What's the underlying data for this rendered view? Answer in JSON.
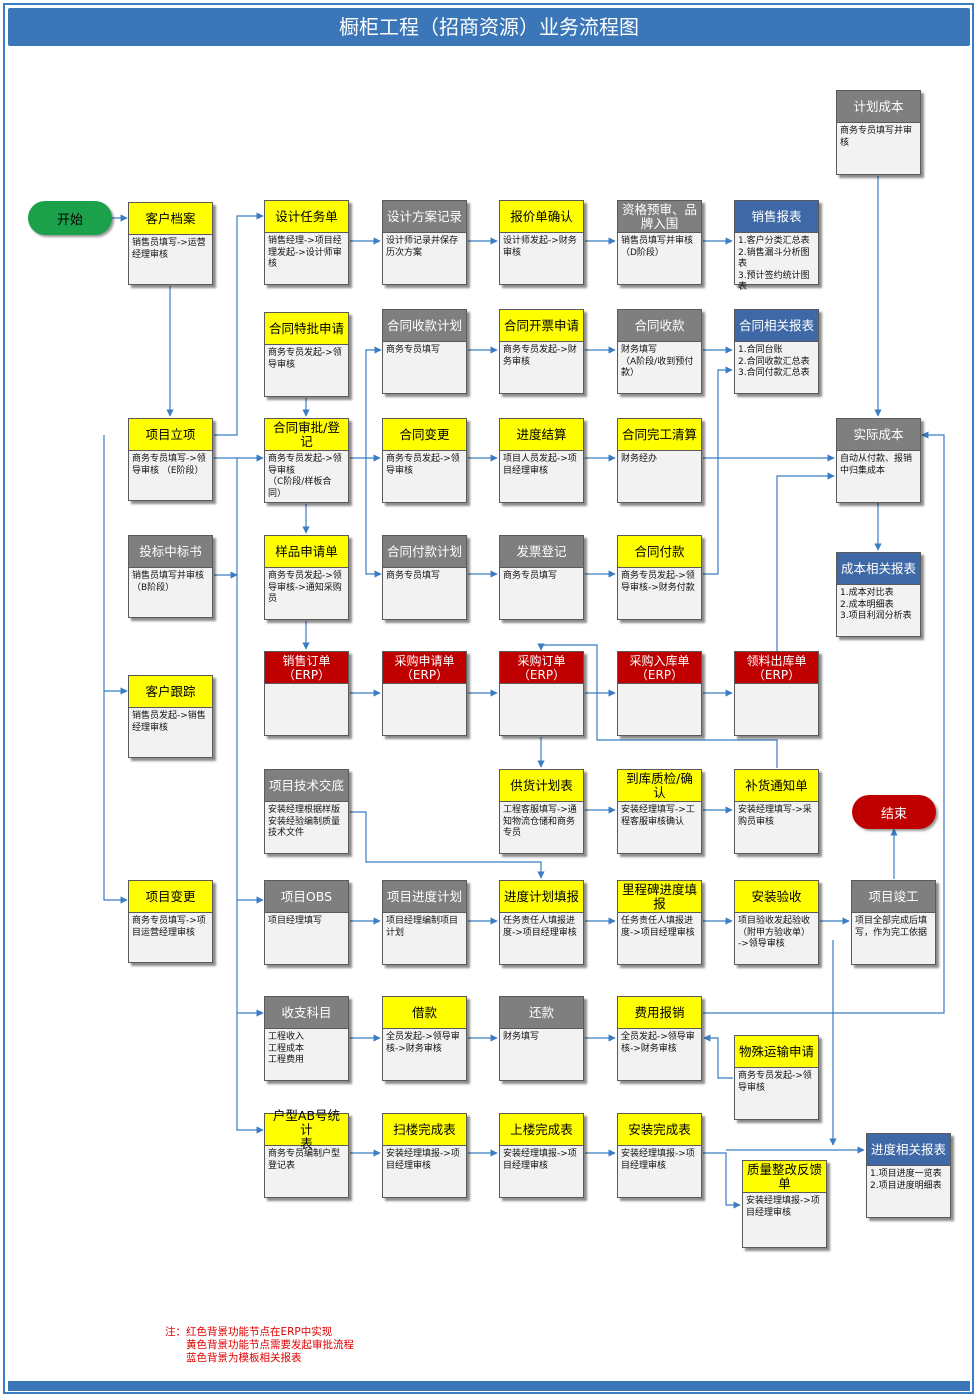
{
  "title": "橱柜工程（招商资源）业务流程图",
  "start": "开始",
  "end": "结束",
  "colors": {
    "frame": "#3b7dc4",
    "title_bg": "#3a76b8",
    "yellow": "#ffff00",
    "gray": "#7f7f7f",
    "blue": "#3f69a6",
    "red": "#c00000",
    "start": "#1ca14b",
    "line": "#3b7dc4"
  },
  "nodes": [
    {
      "id": "khda",
      "color": "yellow",
      "title": "客户档案",
      "body": "销售员填写->运营\n经理审核"
    },
    {
      "id": "xmlx",
      "color": "yellow",
      "title": "项目立项",
      "body": "商务专员填写->领\n导审核  （E阶段）"
    },
    {
      "id": "tbzbs",
      "color": "gray",
      "title": "投标中标书",
      "body": "销售员填写并审核\n（B阶段）"
    },
    {
      "id": "khgz",
      "color": "yellow",
      "title": "客户跟踪",
      "body": "销售员发起->销售\n经理审核"
    },
    {
      "id": "xmbg",
      "color": "yellow",
      "title": "项目变更",
      "body": "商务专员填写->项\n目运营经理审核"
    },
    {
      "id": "sjrwd",
      "color": "yellow",
      "title": "设计任务单",
      "body": "销售经理->项目经\n理发起->设计师审\n核"
    },
    {
      "id": "sjfajl",
      "color": "gray",
      "title": "设计方案记录",
      "body": "设计师记录并保存\n历次方案"
    },
    {
      "id": "bjdqr",
      "color": "yellow",
      "title": "报价单确认",
      "body": "设计师发起->财务\n审核"
    },
    {
      "id": "zgys",
      "color": "gray",
      "title": "资格预审、品\n牌入围",
      "body": "销售员填写并审核\n（D阶段）"
    },
    {
      "id": "xsbb",
      "color": "blue",
      "title": "销售报表",
      "body": "1.客户分类汇总表\n2.销售漏斗分析图\n表\n3.预计签约统计图\n表"
    },
    {
      "id": "httpsq",
      "color": "yellow",
      "title": "合同特批申请",
      "body": "商务专员发起->领\n导审核"
    },
    {
      "id": "htskjh",
      "color": "gray",
      "title": "合同收款计划",
      "body": "商务专员填写"
    },
    {
      "id": "htkpsq",
      "color": "yellow",
      "title": "合同开票申请",
      "body": "商务专员发起->财\n务审核"
    },
    {
      "id": "htsk",
      "color": "gray",
      "title": "合同收款",
      "body": "财务填写\n（A阶段/收到预付\n款）"
    },
    {
      "id": "htxgbb",
      "color": "blue",
      "title": "合同相关报表",
      "body": "1.合同台账\n2.合同收款汇总表\n3.合同付款汇总表"
    },
    {
      "id": "htspdj",
      "color": "yellow",
      "title": "合同审批/登记",
      "body": "商务专员发起->领\n导审核\n（C阶段/样板合\n同）"
    },
    {
      "id": "htbg",
      "color": "yellow",
      "title": "合同变更",
      "body": "商务专员发起->领\n导审核"
    },
    {
      "id": "jdjs",
      "color": "yellow",
      "title": "进度结算",
      "body": "项目人员发起->项\n目经理审核"
    },
    {
      "id": "htwgqs",
      "color": "yellow",
      "title": "合同完工清算",
      "body": "财务经办"
    },
    {
      "id": "jhcb",
      "color": "gray",
      "title": "计划成本",
      "body": "商务专员填写并审\n核"
    },
    {
      "id": "sjcb",
      "color": "gray",
      "title": "实际成本",
      "body": "自动从付款、报销\n中归集成本"
    },
    {
      "id": "cbxgbb",
      "color": "blue",
      "title": "成本相关报表",
      "body": "1.成本对比表\n2.成本明细表\n3.项目利润分析表"
    },
    {
      "id": "ypsqd",
      "color": "yellow",
      "title": "样品申请单",
      "body": "商务专员发起->领\n导审核->通知采购\n员"
    },
    {
      "id": "htfkjh",
      "color": "gray",
      "title": "合同付款计划",
      "body": "商务专员填写"
    },
    {
      "id": "fpdj",
      "color": "gray",
      "title": "发票登记",
      "body": "商务专员填写"
    },
    {
      "id": "htfk",
      "color": "yellow",
      "title": "合同付款",
      "body": "商务专员发起->领\n导审核->财务付款"
    },
    {
      "id": "xsdd",
      "color": "red",
      "title": "销售订单\n（ERP）",
      "body": ""
    },
    {
      "id": "cgsqd",
      "color": "red",
      "title": "采购申请单\n（ERP）",
      "body": ""
    },
    {
      "id": "cgdd",
      "color": "red",
      "title": "采购订单\n（ERP）",
      "body": ""
    },
    {
      "id": "cgrkd",
      "color": "red",
      "title": "采购入库单\n（ERP）",
      "body": ""
    },
    {
      "id": "llckd",
      "color": "red",
      "title": "领料出库单\n（ERP）",
      "body": ""
    },
    {
      "id": "xmjsjd",
      "color": "gray",
      "title": "项目技术交底",
      "body": "安装经理根据样版\n安装经验编制质量\n技术文件"
    },
    {
      "id": "ghjhb",
      "color": "yellow",
      "title": "供货计划表",
      "body": "工程客服填写->通\n知物流仓储和商务\n专员"
    },
    {
      "id": "dkzj",
      "color": "yellow",
      "title": "到库质检/确认",
      "body": "安装经理填写->工\n程客服审核确认"
    },
    {
      "id": "bhtzd",
      "color": "yellow",
      "title": "补货通知单",
      "body": "安装经理填写->采\n购员审核"
    },
    {
      "id": "xmobs",
      "color": "gray",
      "title": "项目OBS",
      "body": "项目经理填写"
    },
    {
      "id": "xmjdjh",
      "color": "gray",
      "title": "项目进度计划",
      "body": "项目经理编制项目\n计划"
    },
    {
      "id": "jdjhtb",
      "color": "yellow",
      "title": "进度计划填报",
      "body": "任务责任人填报进\n度->项目经理审核"
    },
    {
      "id": "lcbjdtb",
      "color": "yellow",
      "title": "里程碑进度填\n报",
      "body": "任务责任人填报进\n度->项目经理审核"
    },
    {
      "id": "azys",
      "color": "yellow",
      "title": "安装验收",
      "body": "项目验收发起验收\n（附甲方验收单）\n->领导审核"
    },
    {
      "id": "xmjg",
      "color": "gray",
      "title": "项目竣工",
      "body": "项目全部完成后填\n写，作为完工依据"
    },
    {
      "id": "szkm",
      "color": "gray",
      "title": "收支科目",
      "body": "工程收入\n工程成本\n工程费用"
    },
    {
      "id": "jk",
      "color": "yellow",
      "title": "借款",
      "body": "全员发起->领导审\n核->财务审核"
    },
    {
      "id": "hk",
      "color": "gray",
      "title": "还款",
      "body": "财务填写"
    },
    {
      "id": "fybx",
      "color": "yellow",
      "title": "费用报销",
      "body": "全员发起->领导审\n核->财务审核"
    },
    {
      "id": "wsyssq",
      "color": "yellow",
      "title": "物殊运输申请",
      "body": "商务专员发起->领\n导审核"
    },
    {
      "id": "hxab",
      "color": "yellow",
      "title": "户型AB号统计\n表",
      "body": "商务专员编制户型\n登记表"
    },
    {
      "id": "sgwcb",
      "color": "yellow",
      "title": "扫楼完成表",
      "body": "安装经理填报->项\n目经理审核"
    },
    {
      "id": "slwcb",
      "color": "yellow",
      "title": "上楼完成表",
      "body": "安装经理填报->项\n目经理审核"
    },
    {
      "id": "azwcb",
      "color": "yellow",
      "title": "安装完成表",
      "body": "安装经理填报->项\n目经理审核"
    },
    {
      "id": "zlzgfk",
      "color": "yellow",
      "title": "质量整改反馈\n单",
      "body": "安装经理填报->项\n目经理审核"
    },
    {
      "id": "jdxgbb",
      "color": "blue",
      "title": "进度相关报表",
      "body": "1.项目进度一览表\n2.项目进度明细表"
    }
  ],
  "note": {
    "line1": "注：红色背景功能节点在ERP中实现",
    "line2": "黄色背景功能节点需要发起审批流程",
    "line3": "蓝色背景为模板相关报表"
  }
}
